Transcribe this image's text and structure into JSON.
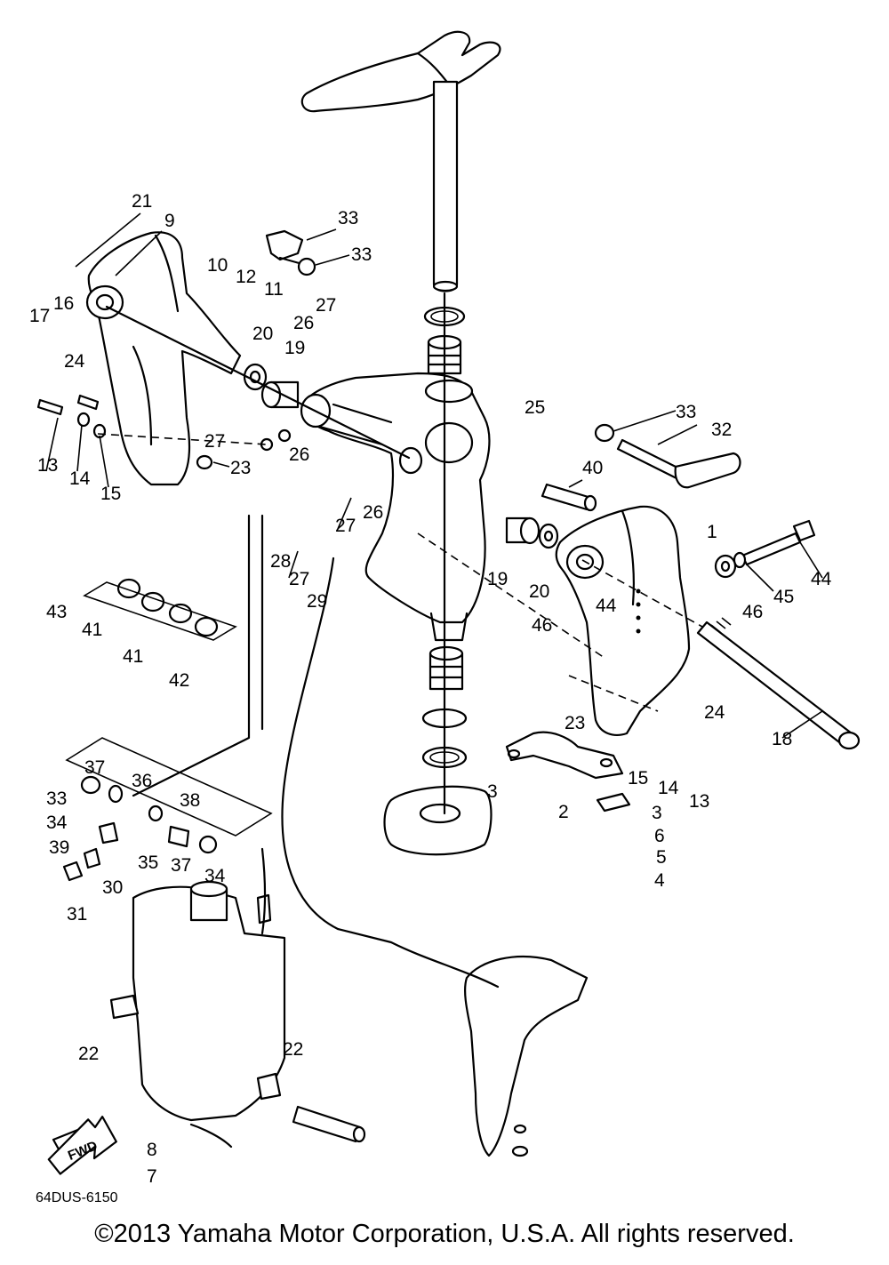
{
  "diagram": {
    "drawing_code": "64DUS-6150",
    "direction_badge": "FWD",
    "part_labels": [
      "1",
      "2",
      "3",
      "3",
      "4",
      "5",
      "6",
      "7",
      "8",
      "9",
      "10",
      "11",
      "12",
      "13",
      "13",
      "14",
      "14",
      "15",
      "15",
      "16",
      "17",
      "18",
      "19",
      "19",
      "20",
      "20",
      "21",
      "22",
      "22",
      "23",
      "23",
      "24",
      "24",
      "25",
      "26",
      "26",
      "26",
      "27",
      "27",
      "27",
      "27",
      "28",
      "29",
      "30",
      "31",
      "32",
      "33",
      "33",
      "33",
      "33",
      "34",
      "34",
      "35",
      "36",
      "37",
      "37",
      "38",
      "39",
      "40",
      "41",
      "41",
      "42",
      "43",
      "44",
      "44",
      "45",
      "46"
    ]
  },
  "footer": {
    "copyright": "©2013 Yamaha Motor Corporation, U.S.A. All rights reserved."
  }
}
